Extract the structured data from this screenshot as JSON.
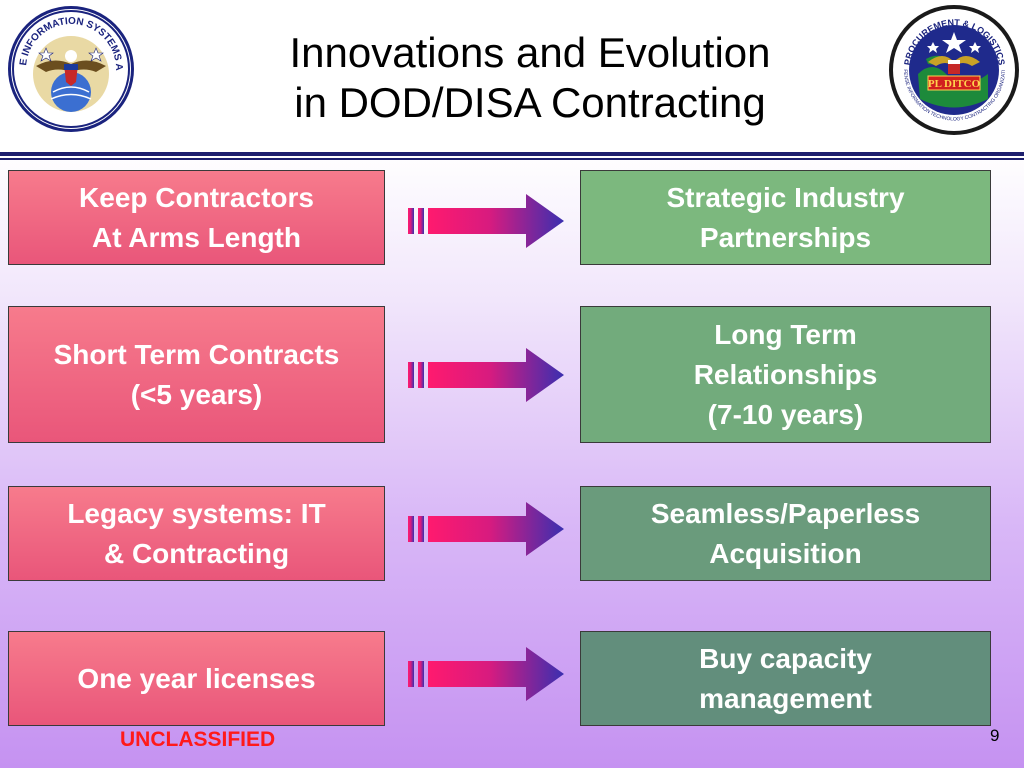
{
  "slide": {
    "title_line1": "Innovations and Evolution",
    "title_line2": "in DOD/DISA Contracting",
    "footer_label": "UNCLASSIFIED",
    "page_number": "9"
  },
  "rows": [
    {
      "from": "Keep Contractors\nAt Arms Length",
      "to": "Strategic Industry\nPartnerships"
    },
    {
      "from": "Short Term Contracts\n(<5 years)",
      "to": "Long Term\nRelationships\n(7-10 years)"
    },
    {
      "from": "Legacy systems: IT\n& Contracting",
      "to": "Seamless/Paperless\nAcquisition"
    },
    {
      "from": "One year licenses",
      "to": "Buy capacity\nmanagement"
    }
  ],
  "logos": {
    "left": {
      "icon": "disa-seal-icon",
      "text_top": "DEFENSE INFORMATION SYSTEMS AGENCY"
    },
    "right": {
      "icon": "ditco-seal-icon",
      "text_top": "PROCUREMENT & LOGISTICS",
      "center": "PL DITCO",
      "text_bottom": "DEFENSE INFORMATION TECHNOLOGY CONTRACTING ORGANIZATION"
    }
  },
  "colors": {
    "title_rule": "#1d1f6e",
    "from_box": "#ef6a82",
    "to_box": "#72ab7c",
    "arrow_start": "#ff1a6e",
    "arrow_end": "#3a2fb0",
    "footer_label": "#ff1a1a"
  }
}
